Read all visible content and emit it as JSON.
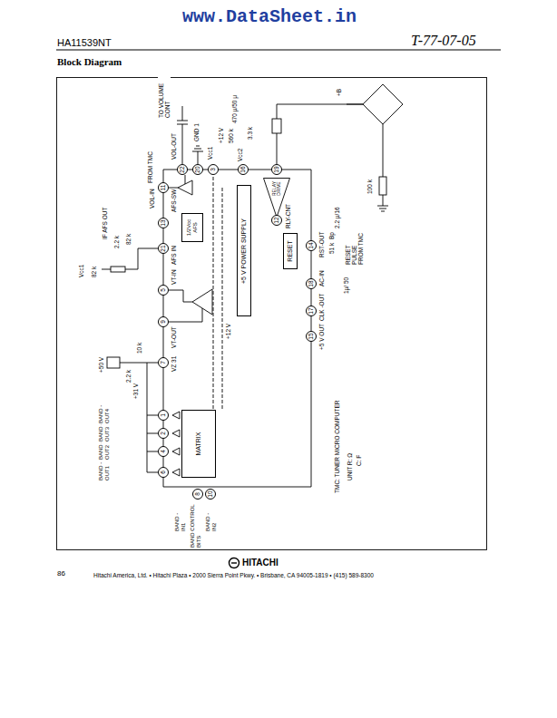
{
  "diagram": {
    "nodes": [
      {
        "text": [
          "+5 V POWER SUPPLY"
        ]
      },
      {
        "text": [
          "RESET"
        ]
      },
      {
        "text": [
          "MATRIX"
        ]
      },
      {
        "text": [
          "1/2Vcc AFS"
        ]
      },
      {
        "text": [
          "RELAY DRIVE"
        ]
      },
      {
        "text": [
          "22"
        ]
      },
      {
        "text": [
          "20"
        ]
      },
      {
        "text": [
          "3"
        ]
      },
      {
        "text": [
          "16"
        ]
      },
      {
        "text": [
          "19"
        ]
      },
      {
        "text": [
          "11"
        ]
      },
      {
        "text": [
          "13"
        ]
      },
      {
        "text": [
          "12"
        ]
      },
      {
        "text": [
          "14"
        ]
      },
      {
        "text": [
          "21"
        ]
      },
      {
        "text": [
          "18"
        ]
      },
      {
        "text": [
          "5"
        ]
      },
      {
        "text": [
          "17"
        ]
      },
      {
        "text": [
          "15"
        ]
      },
      {
        "text": [
          "9"
        ]
      },
      {
        "text": [
          "7"
        ]
      },
      {
        "text": [
          "1"
        ]
      },
      {
        "text": [
          "2"
        ]
      },
      {
        "text": [
          "4"
        ]
      },
      {
        "text": [
          "6"
        ]
      },
      {
        "text": [
          "8"
        ]
      },
      {
        "text": [
          "10"
        ]
      }
    ],
    "edges": [
      {
        "from": 2,
        "to": 21,
        "arrow": "none"
      },
      {
        "from": 2,
        "to": 22,
        "arrow": "none"
      },
      {
        "from": 2,
        "to": 23,
        "arrow": "none"
      },
      {
        "from": 2,
        "to": 24,
        "arrow": "none"
      },
      {
        "from": 25,
        "to": 2,
        "arrow": "none"
      },
      {
        "from": 26,
        "to": 2,
        "arrow": "none"
      },
      {
        "from": 1,
        "to": 13,
        "arrow": "none"
      },
      {
        "from": 4,
        "to": 12,
        "arrow": "none"
      },
      {
        "from": 0,
        "to": 18,
        "arrow": "none"
      },
      {
        "from": 8,
        "to": 0,
        "arrow": "none"
      },
      {
        "from": 11,
        "to": 3,
        "arrow": "none"
      }
    ],
    "labels": [
      "www.DataSheet.in",
      "HA11539NT",
      "T-77-07-05",
      "Block Diagram",
      "TO VOLUME CONT",
      "FROM TMC",
      "VOL-IN",
      "VOL-OUT",
      "GND 1",
      "Vcc1",
      "+12 V",
      "560 k",
      "Vcc2",
      "3.3 k",
      "470 μ/50 μ",
      "+B",
      "RLY-CNT",
      "2.2 μ/16",
      "RST-OUT",
      "51 k",
      "Bp",
      "RESET PULSE FROM TMC",
      "AC-IN",
      "1μ/ 50",
      "CLK -OUT",
      "+5 V OUT",
      "100 k",
      "TMC: TUNER MICRO COMPUTER",
      "UNIT R: Ω",
      "C: F",
      "IF AFS OUT",
      "2.2 k",
      "82 k",
      "82 k",
      "Vcc1",
      "AFS-SW",
      "AFS IN",
      "VT-IN",
      "VT-OUT",
      "+12 V",
      "10 k",
      "VZ 31",
      "+50 V",
      "2.2 k",
      "+31 V",
      "BAND -OUT1",
      "BAND -OUT2",
      "BAND -OUT3",
      "BAND -OUT4",
      "BAND -IN1",
      "BAND CONTROL BITS",
      "BAND -IN2",
      "86",
      "HITACHI",
      "Hitachi America, Ltd. • Hitachi Plaza • 2000 Sierra Point Pkwy. • Brisbane, CA 94005-1819 • (415) 589-8300"
    ]
  }
}
